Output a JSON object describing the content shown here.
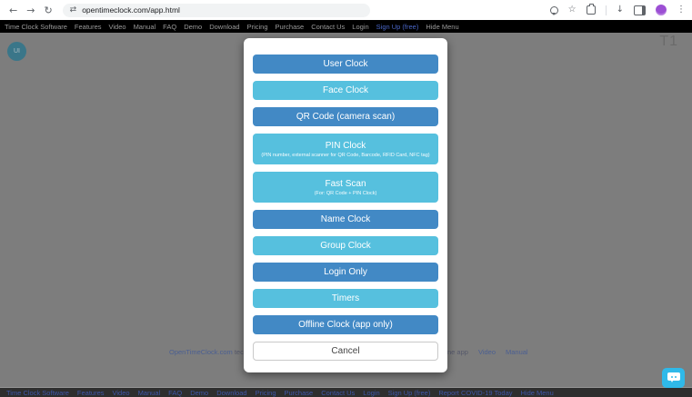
{
  "browser": {
    "url": "opentimeclock.com/app.html",
    "back_icon": "←",
    "forward_icon": "→",
    "reload_icon": "↻",
    "tune_icon": "⇄",
    "bookmark_icon": "☆",
    "download_icon": "↓",
    "menu_icon": "⋮"
  },
  "site_nav": {
    "items": [
      "Time Clock Software",
      "Features",
      "Video",
      "Manual",
      "FAQ",
      "Demo",
      "Download",
      "Pricing",
      "Purchase",
      "Contact Us",
      "Login"
    ],
    "signup_label": "Sign Up (free)",
    "hide_menu_label": "Hide Menu"
  },
  "workspace": {
    "avatar_initials": "UI",
    "watermark": "T1"
  },
  "modal": {
    "buttons": [
      {
        "label": "User Clock",
        "style": "primary"
      },
      {
        "label": "Face Clock",
        "style": "info"
      },
      {
        "label": "QR Code (camera scan)",
        "style": "primary"
      },
      {
        "label": "PIN Clock",
        "sub": "(PIN number, external scanner for QR Code, Barcode, RFID Card, NFC tag)",
        "style": "info",
        "size": "tall"
      },
      {
        "label": "Fast Scan",
        "sub": "(For: QR Code + PIN Clock)",
        "style": "info",
        "size": "tall"
      },
      {
        "label": "Name Clock",
        "style": "primary"
      },
      {
        "label": "Group Clock",
        "style": "info"
      },
      {
        "label": "Login Only",
        "style": "primary"
      },
      {
        "label": "Timers",
        "style": "info"
      },
      {
        "label": "Offline Clock (app only)",
        "style": "primary"
      },
      {
        "label": "Cancel",
        "style": "cancel"
      }
    ]
  },
  "page_footer": {
    "left_link": "OpenTimeClock.com",
    "left_text": "techn",
    "right_fragment": "ne app",
    "links": [
      "Video",
      "Manual"
    ]
  },
  "bottom_nav": {
    "items": [
      "Time Clock Software",
      "Features",
      "Video",
      "Manual",
      "FAQ",
      "Demo",
      "Download",
      "Pricing",
      "Purchase",
      "Contact Us",
      "Login",
      "Sign Up (free)",
      "Report COVID-19 Today",
      "Hide Menu"
    ]
  },
  "colors": {
    "button_primary": "#4289c5",
    "button_info": "#56c0de",
    "overlay_grey": "#7d7d7d",
    "chat_widget": "#2fb9e9",
    "signup_accent": "#4a67c8"
  }
}
